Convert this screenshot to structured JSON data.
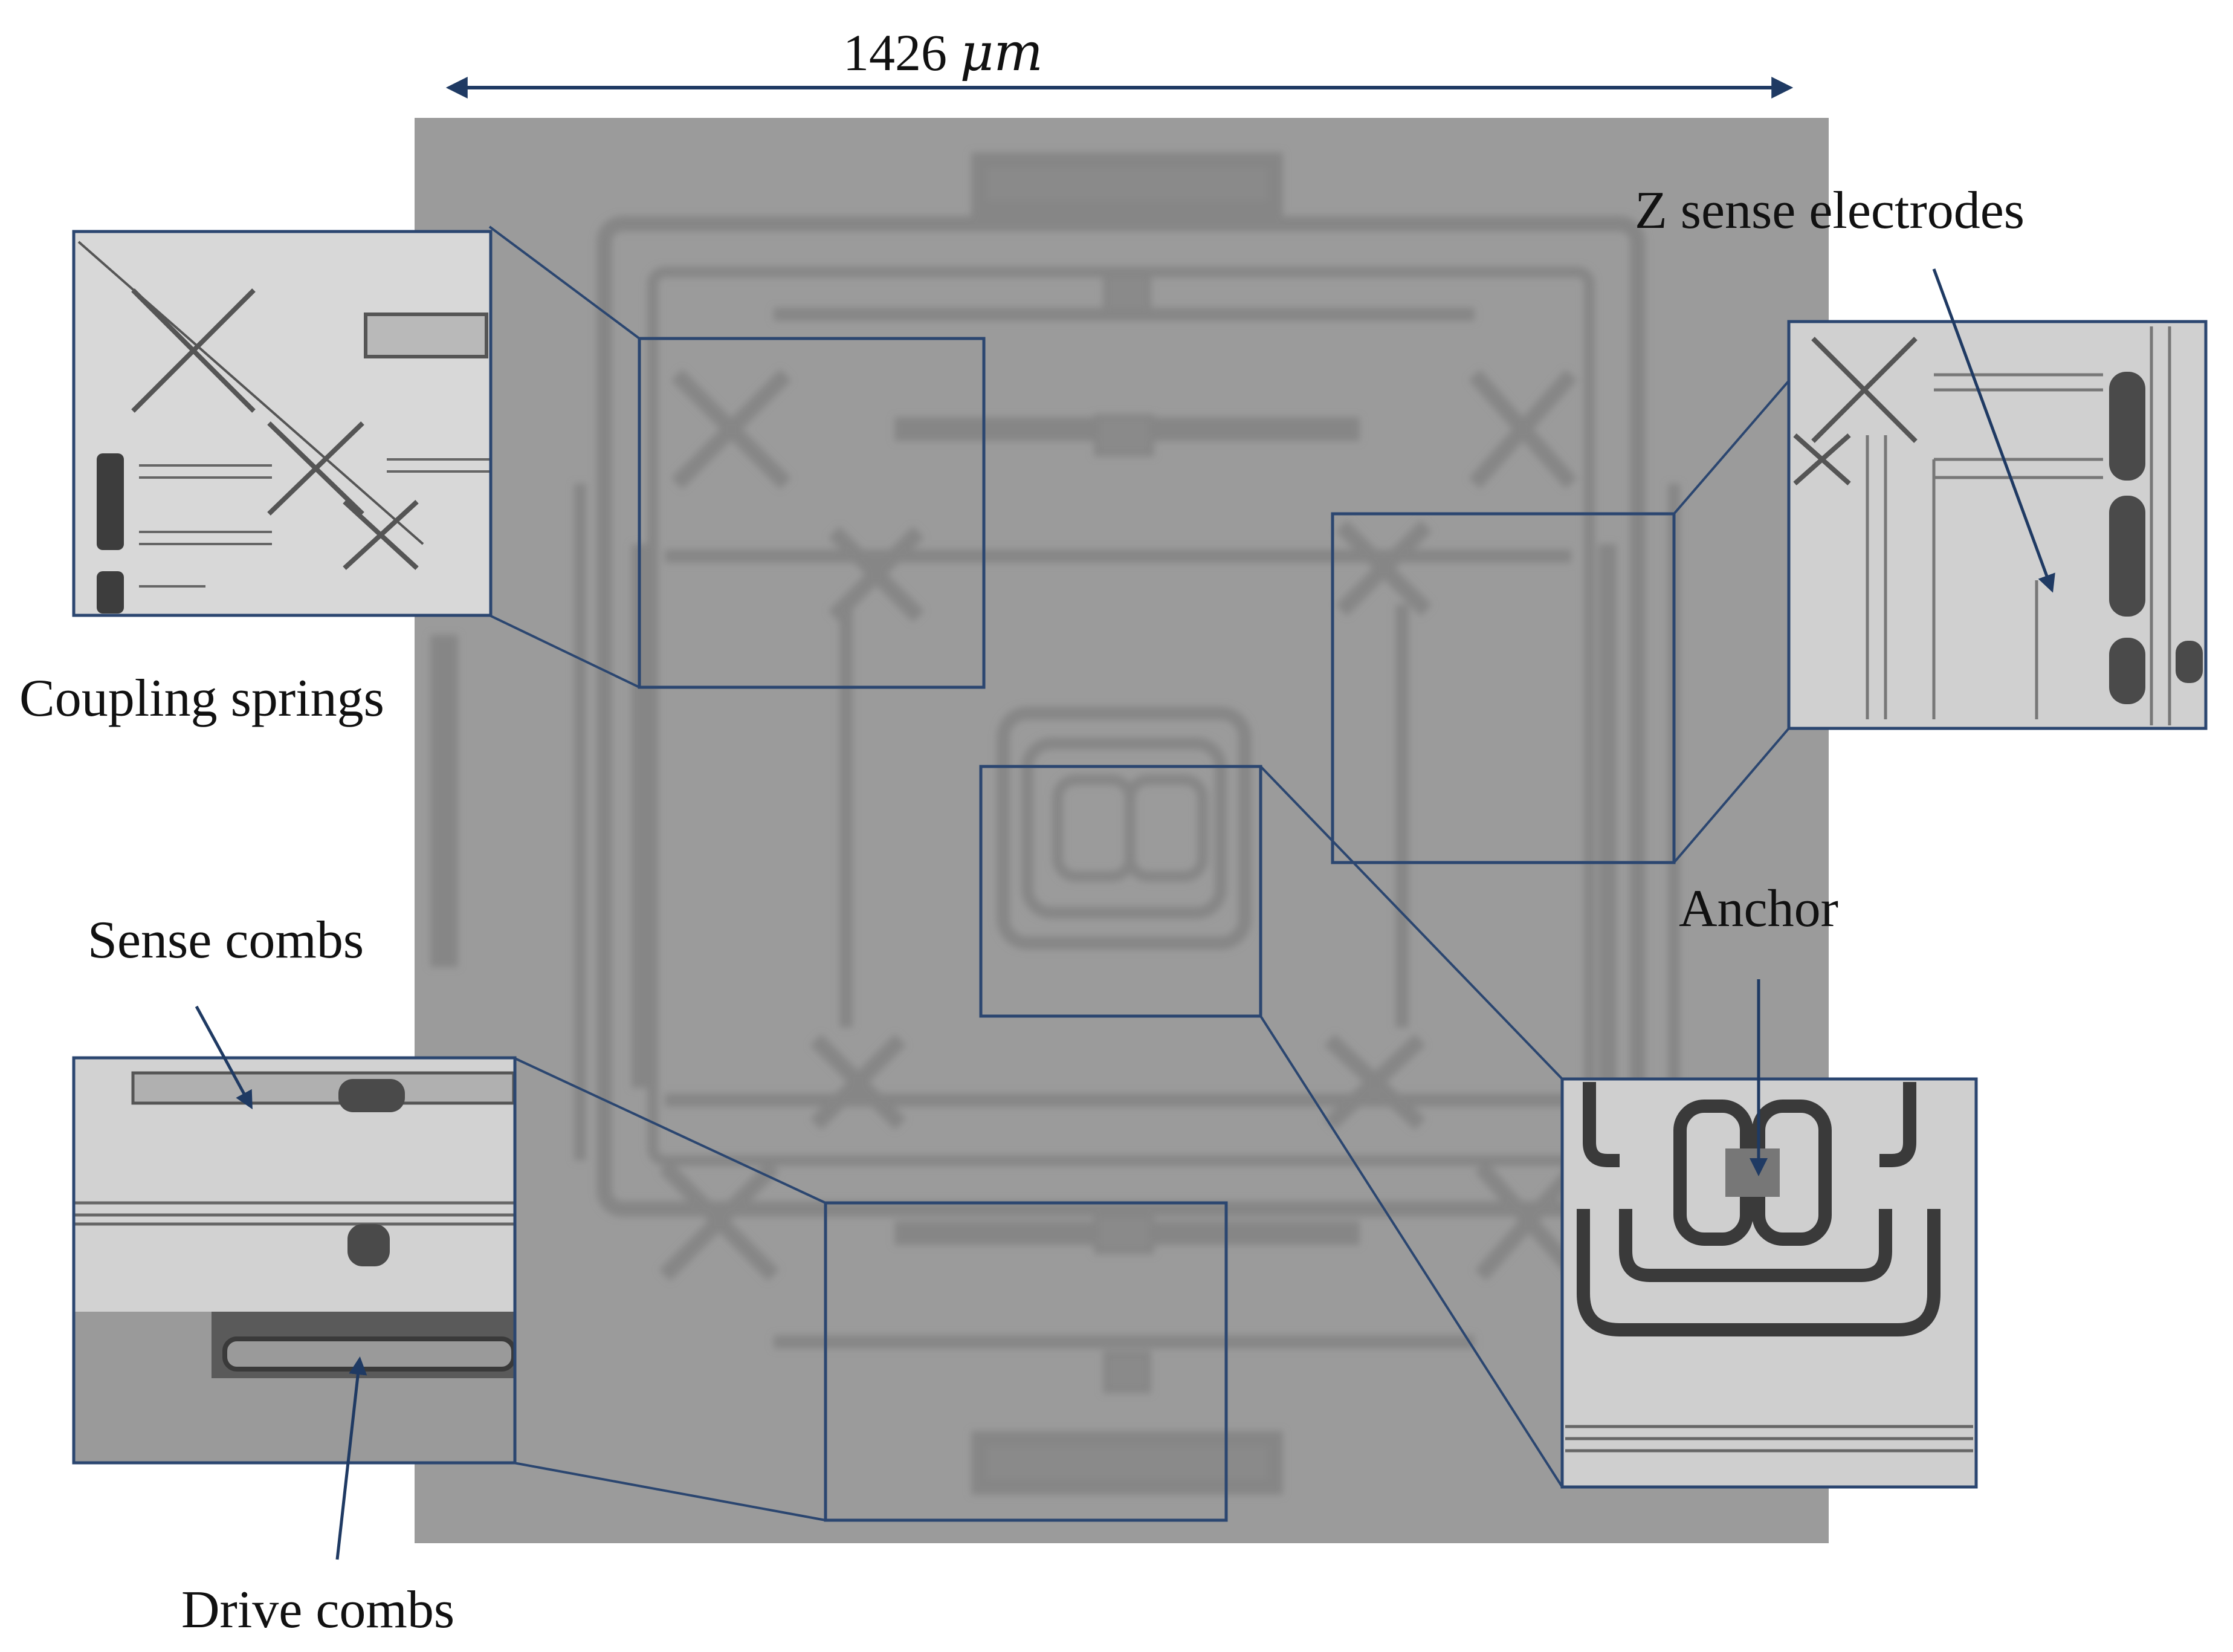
{
  "figure": {
    "dimension_label": {
      "value": "1426",
      "unit": "μm"
    },
    "callouts": [
      {
        "id": "coupling-springs",
        "text": "Coupling springs"
      },
      {
        "id": "z-sense-electrodes",
        "text": "Z sense electrodes"
      },
      {
        "id": "sense-combs",
        "text": "Sense combs"
      },
      {
        "id": "anchor",
        "text": "Anchor"
      },
      {
        "id": "drive-combs",
        "text": "Drive combs"
      }
    ]
  },
  "colors": {
    "frame": "#2b4670",
    "arrow": "#1f3a63",
    "chip_bg": "#9a9a9a",
    "chip_feature": "#858585",
    "inset_bg": "#d6d6d6",
    "inset_dark": "#3a3a3a",
    "text": "#111111"
  }
}
